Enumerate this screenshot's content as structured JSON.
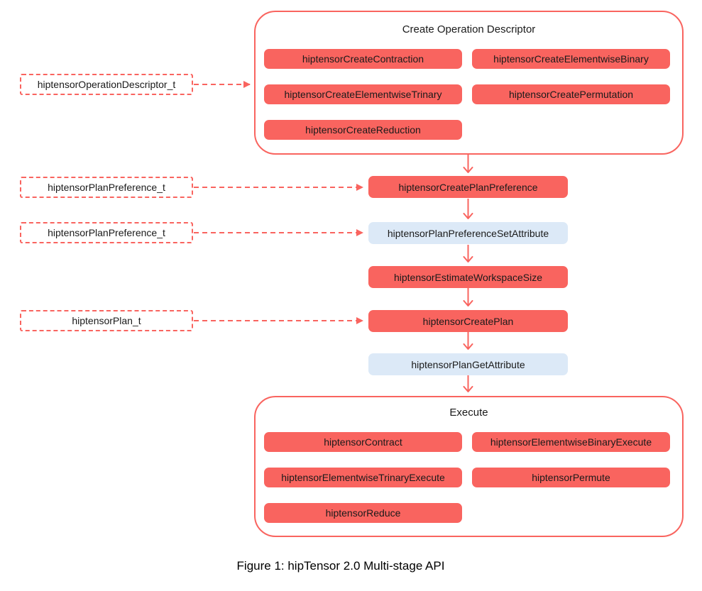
{
  "colors": {
    "accent_red": "#f9645f",
    "node_red_fill": "#f9645f",
    "node_blue_fill": "#dce9f7",
    "text_ink": "#1a1a1a"
  },
  "top_group": {
    "title": "Create Operation Descriptor",
    "buttons": [
      "hiptensorCreateContraction",
      "hiptensorCreateElementwiseBinary",
      "hiptensorCreateElementwiseTrinary",
      "hiptensorCreatePermutation",
      "hiptensorCreateReduction"
    ]
  },
  "type_labels": [
    "hiptensorOperationDescriptor_t",
    "hiptensorPlanPreference_t",
    "hiptensorPlanPreference_t",
    "hiptensorPlan_t"
  ],
  "pipeline": [
    {
      "label": "hiptensorCreatePlanPreference",
      "style": "red"
    },
    {
      "label": "hiptensorPlanPreferenceSetAttribute",
      "style": "blue"
    },
    {
      "label": "hiptensorEstimateWorkspaceSize",
      "style": "red"
    },
    {
      "label": "hiptensorCreatePlan",
      "style": "red"
    },
    {
      "label": "hiptensorPlanGetAttribute",
      "style": "blue"
    }
  ],
  "bottom_group": {
    "title": "Execute",
    "buttons": [
      "hiptensorContract",
      "hiptensorElementwiseBinaryExecute",
      "hiptensorElementwiseTrinaryExecute",
      "hiptensorPermute",
      "hiptensorReduce"
    ]
  },
  "figure": {
    "caption": "Figure 1: hipTensor 2.0 Multi-stage API"
  }
}
